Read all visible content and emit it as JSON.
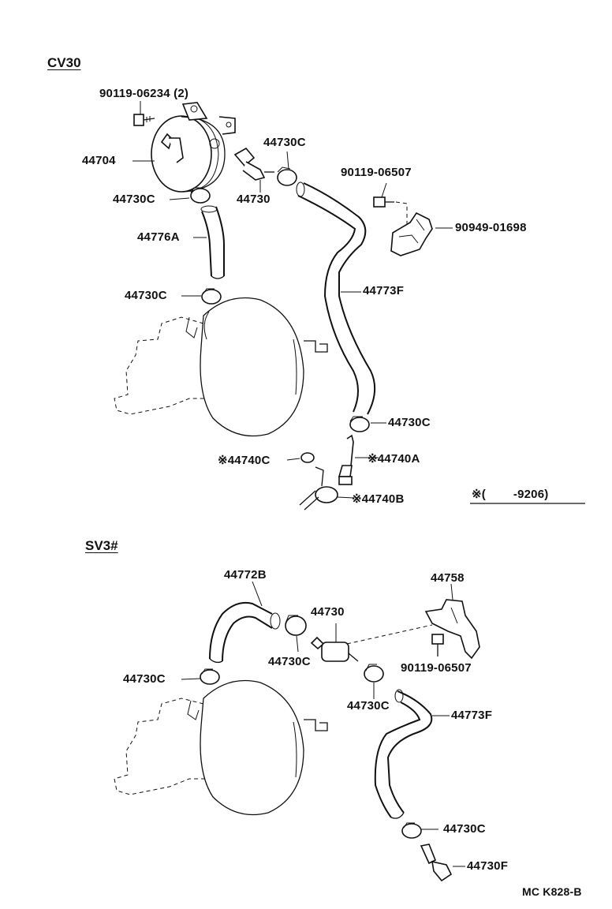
{
  "sections": {
    "top": "CV30",
    "bottom": "SV3#"
  },
  "note": "※(        -9206)",
  "footer": "MC K828-B",
  "labels_top": {
    "bolt_top": "90119-06234 (2)",
    "tank": "44704",
    "clamp_a": "44730C",
    "valve": "44730",
    "clamp_b": "44730C",
    "hose_a": "44776A",
    "clamp_c": "44730C",
    "bolt_right": "90119-06507",
    "bracket": "90949-01698",
    "hose_f": "44773F",
    "clamp_d": "44730C",
    "cap": "※44740C",
    "pipe_a": "※44740A",
    "union_b": "※44740B"
  },
  "labels_bottom": {
    "hose_b": "44772B",
    "bracket": "44758",
    "valve": "44730",
    "clamp_a": "44730C",
    "clamp_b": "44730C",
    "bolt": "90119-06507",
    "clamp_c": "44730C",
    "hose_f": "44773F",
    "clamp_d": "44730C",
    "fitting": "44730F"
  }
}
